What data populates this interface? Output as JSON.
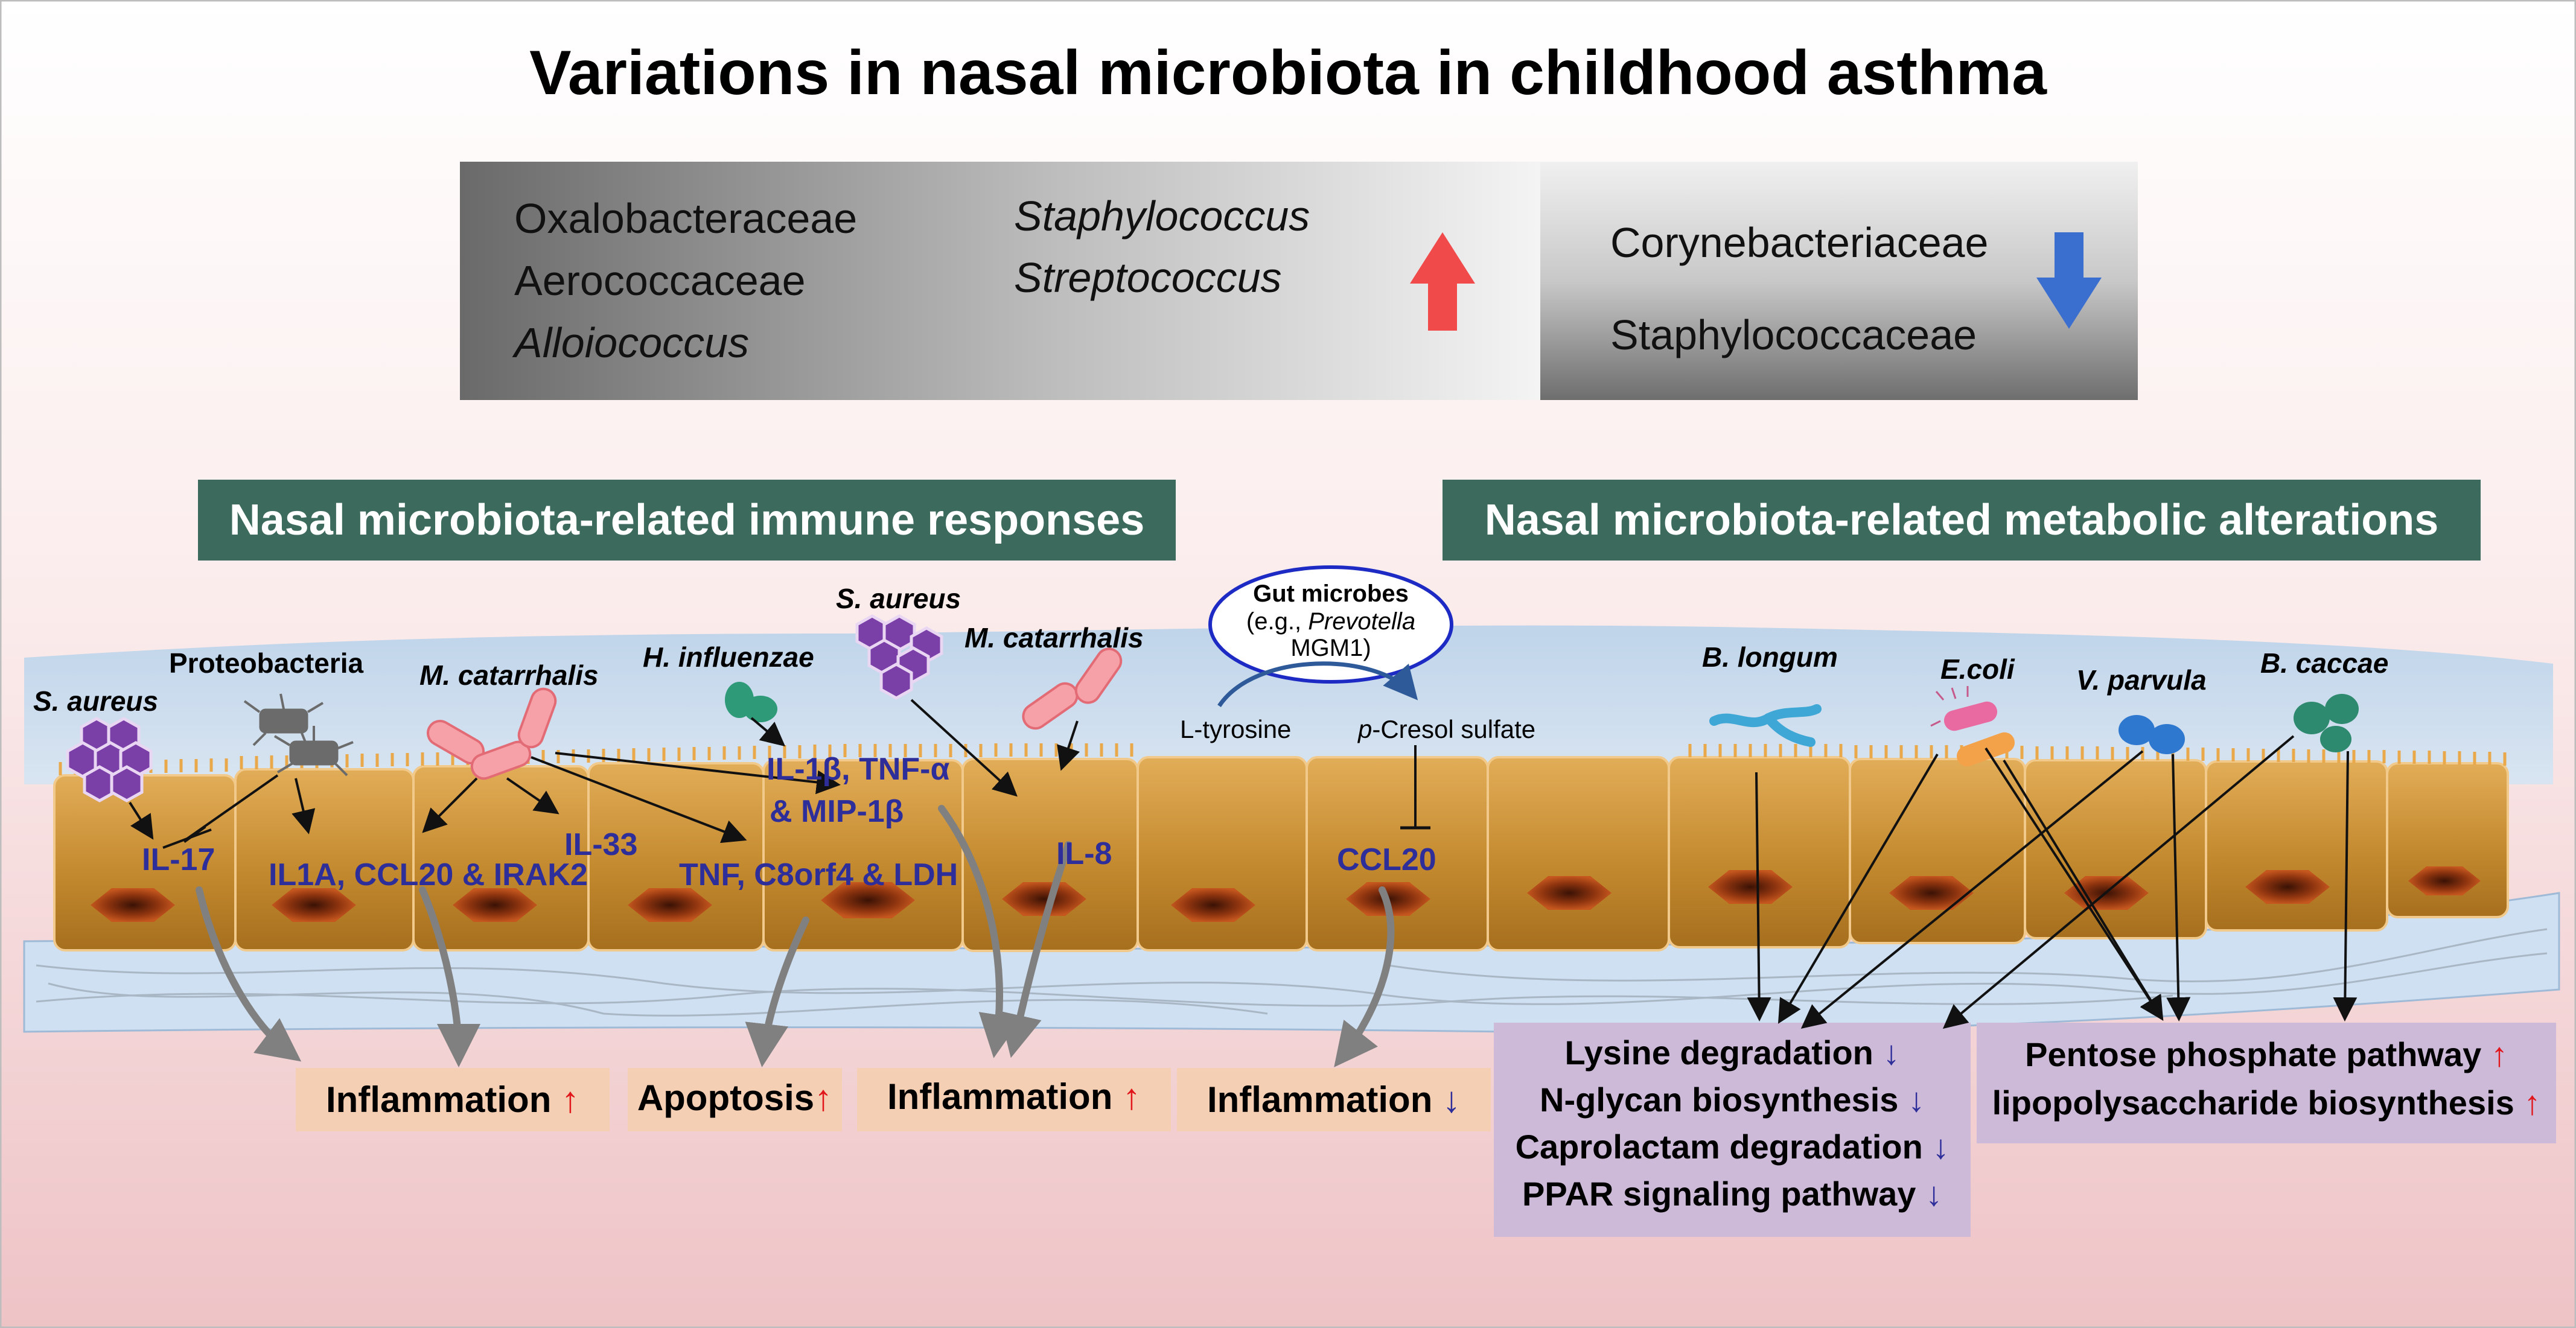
{
  "title": "Variations in nasal microbiota in childhood asthma",
  "increased_taxa": {
    "col1": [
      "Oxalobacteraceae",
      "Aerococcaceae",
      "Alloiococcus"
    ],
    "col2": [
      "Staphylococcus",
      "Streptococcus"
    ]
  },
  "decreased_taxa": [
    "Corynebacteriaceae",
    "Staphylococcaceae"
  ],
  "sections": {
    "immune": "Nasal microbiota-related immune responses",
    "metabolic": "Nasal microbiota-related metabolic alterations"
  },
  "microbes": {
    "s_aureus_1": "S. aureus",
    "proteobacteria": "Proteobacteria",
    "m_catarrhalis_1": "M. catarrhalis",
    "h_influenzae": "H. influenzae",
    "s_aureus_2": "S. aureus",
    "m_catarrhalis_2": "M. catarrhalis",
    "b_longum": "B. longum",
    "e_coli": "E.coli",
    "v_parvula": "V. parvula",
    "b_caccae": "B. caccae"
  },
  "gut": {
    "title": "Gut microbes",
    "line2_prefix": "(e.g., ",
    "line2_italic": "Prevotella",
    "line3": "MGM1)",
    "l_tyrosine": "L-tyrosine",
    "p_prefix": "p",
    "cresol": "-Cresol sulfate"
  },
  "cytokines": {
    "il17": "IL-17",
    "il1a": "IL1A, CCL20 & IRAK2",
    "il33": "IL-33",
    "il1b_line1": "IL-1β, TNF-α",
    "il1b_line2": "& MIP-1β",
    "tnf": "TNF, C8orf4 & LDH",
    "il8": "IL-8",
    "ccl20": "CCL20"
  },
  "outcomes": [
    {
      "label": "Inflammation",
      "arrow": "↑"
    },
    {
      "label": "Apoptosis",
      "arrow": "↑"
    },
    {
      "label": "Inflammation",
      "arrow": "↑"
    },
    {
      "label": "Inflammation",
      "arrow": "↓"
    }
  ],
  "metabolic_down": [
    {
      "label": "Lysine degradation",
      "arrow": "↓"
    },
    {
      "label": "N-glycan biosynthesis",
      "arrow": "↓"
    },
    {
      "label": "Caprolactam degradation",
      "arrow": "↓"
    },
    {
      "label": "PPAR signaling pathway",
      "arrow": "↓"
    }
  ],
  "metabolic_up": [
    {
      "label": "Pentose phosphate pathway",
      "arrow": "↑"
    },
    {
      "label": "lipopolysaccharide biosynthesis",
      "arrow": "↑"
    }
  ],
  "colors": {
    "header_bg": "#3c6a5c",
    "up_arrow": "#f04a4a",
    "down_arrow": "#3a6fd0",
    "cytokine_text": "#2e2e9a",
    "up_symbol": "#e0161b",
    "outcome_box": "#f5cfb3",
    "metabolic_box": "#cdbad8",
    "epithelium": "#c98a2c",
    "nucleus": "#9a3a10",
    "mucus": "#c8dcee"
  }
}
